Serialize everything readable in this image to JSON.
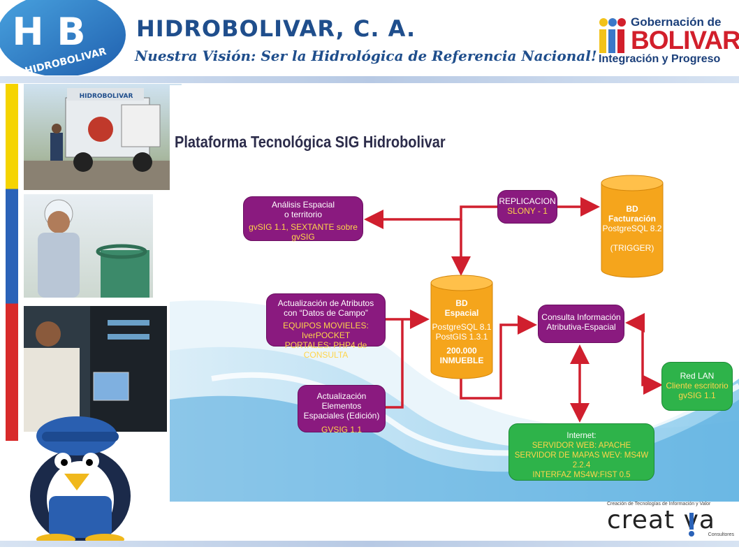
{
  "header": {
    "logo_text": "H B",
    "logo_subtext": "HIDROBOLIVAR",
    "org_title": "HIDROBOLIVAR, C. A.",
    "vision": "Nuestra Visión: Ser la Hidrológica de Referencia Nacional!",
    "gov_logo": {
      "line1": "Gobernación de",
      "line2": "BOLIVAR",
      "line3": "Integración y Progreso"
    }
  },
  "left_photos": [
    {
      "truck_label": "HIDROBOLIVAR"
    }
  ],
  "diagram": {
    "title": "Plataforma Tecnológica SIG Hidrobolivar",
    "nodes": {
      "analisis": {
        "line1": "Análisis Espacial",
        "line2": "o territorio",
        "line3": "gvSIG 1.1, SEXTANTE sobre gvSIG"
      },
      "replicacion": {
        "line1": "REPLICACION",
        "line2": "SLONY - 1"
      },
      "bd_facturacion": {
        "line1": "BD",
        "line2": "Facturación",
        "line3": "PostgreSQL 8.2",
        "line4": "(TRIGGER)"
      },
      "actualizacion_atributos": {
        "line1": "Actualización de Atributos",
        "line2": "con “Datos de Campo”",
        "line3": "EQUIPOS MOVIELES: IverPOCKET",
        "line4": "PORTALES: PHP4 de CONSULTA"
      },
      "bd_espacial": {
        "line1": "BD",
        "line2": "Espacial",
        "line3": "PostgreSQL 8.1",
        "line4": "PostGIS 1.3.1",
        "line5": "200.000",
        "line6": "INMUEBLE"
      },
      "consulta": {
        "line1": "Consulta Información",
        "line2": "Atributiva-Espacial"
      },
      "actualizacion_elementos": {
        "line1": "Actualización Elementos",
        "line2": "Espaciales (Edición)",
        "line3": "GVSIG 1.1"
      },
      "red_lan": {
        "line1": "Red LAN",
        "line2": "Cliente escritorio",
        "line3": "gvSIG 1.1"
      },
      "internet": {
        "line1": "Internet:",
        "line2": "SERVIDOR WEB: APACHE",
        "line3": "SERVIDOR DE MAPAS WEV: MS4W 2.2.4",
        "line4": "INTERFAZ MS4W:FIST 0.5"
      }
    }
  },
  "footer": {
    "creativa_tagline": "Creación de Tecnologías de Información y Valor",
    "creativa_name": "creat va",
    "creativa_sub": "Consultores"
  },
  "colors": {
    "purple": "#8a1a7f",
    "green": "#2eb34a",
    "orange": "#f5a51c",
    "arrow_red": "#d01f2e",
    "title_blue": "#1f4e8c"
  }
}
